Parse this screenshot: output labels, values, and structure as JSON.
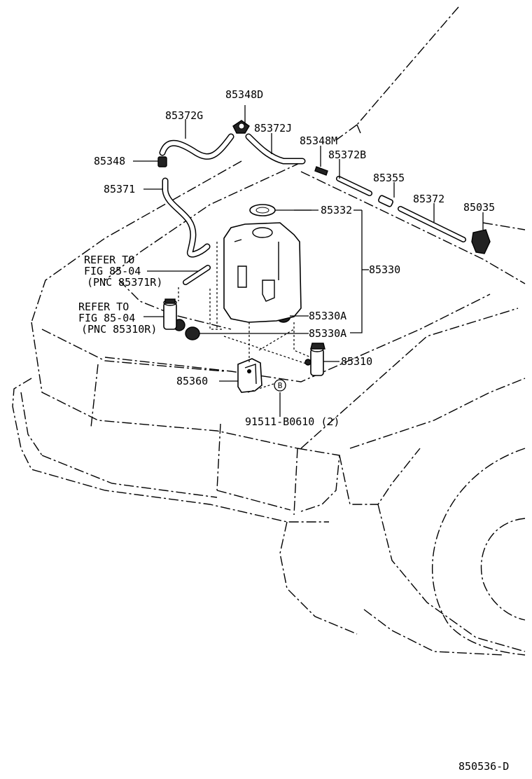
{
  "diagram_id": "850536-D",
  "labels": {
    "p85348D": "85348D",
    "p85372G": "85372G",
    "p85372J": "85372J",
    "p85348": "85348",
    "p85371": "85371",
    "p85348M": "85348M",
    "p85372B": "85372B",
    "p85355": "85355",
    "p85372": "85372",
    "p85035": "85035",
    "p85332": "85332",
    "p85330": "85330",
    "p85330A_1": "85330A",
    "p85330A_2": "85330A",
    "p85310": "85310",
    "p85360": "85360",
    "p91511": "91511-B0610 (2)",
    "bolt_mark": "B"
  },
  "references": {
    "ref1_line1": "REFER TO",
    "ref1_line2": "FIG 85-04",
    "ref1_line3": "(PNC 85371R)",
    "ref2_line1": "REFER TO",
    "ref2_line2": "FIG 85-04",
    "ref2_line3": "(PNC 85310R)"
  }
}
